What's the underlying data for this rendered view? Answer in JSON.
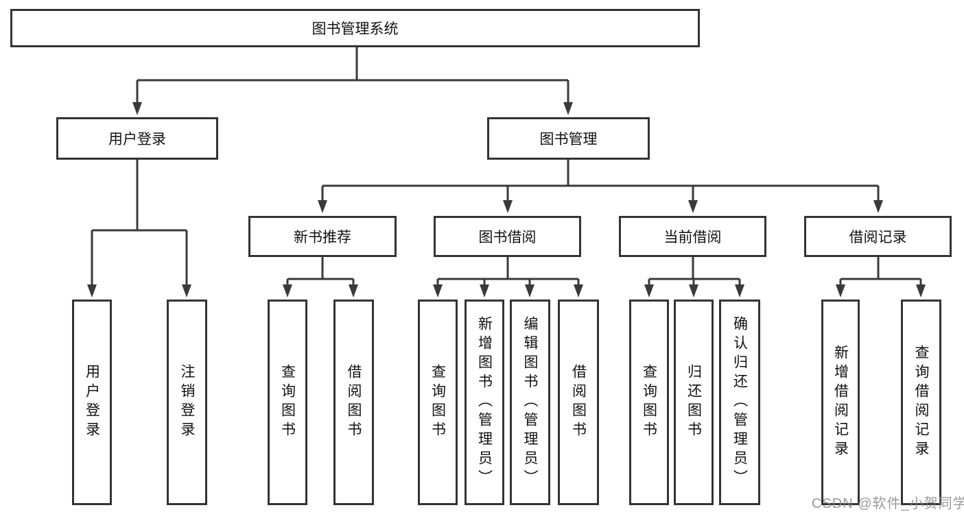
{
  "tree": {
    "label": "图书管理系统",
    "children": [
      {
        "label": "用户登录",
        "children": [
          {
            "label": "用户登录"
          },
          {
            "label": "注销登录"
          }
        ]
      },
      {
        "label": "图书管理",
        "children": [
          {
            "label": "新书推荐",
            "children": [
              {
                "label": "查询图书"
              },
              {
                "label": "借阅图书"
              }
            ]
          },
          {
            "label": "图书借阅",
            "children": [
              {
                "label": "查询图书"
              },
              {
                "label": "新增图书（管理员）"
              },
              {
                "label": "编辑图书（管理员）"
              },
              {
                "label": "借阅图书"
              }
            ]
          },
          {
            "label": "当前借阅",
            "children": [
              {
                "label": "查询图书"
              },
              {
                "label": "归还图书"
              },
              {
                "label": "确认归还（管理员）"
              }
            ]
          },
          {
            "label": "借阅记录",
            "children": [
              {
                "label": "新增借阅记录"
              },
              {
                "label": "查询借阅记录"
              }
            ]
          }
        ]
      }
    ]
  },
  "watermark": {
    "text": "CSDN @软件_小贺同学"
  },
  "colors": {
    "line": "#3a3a3a",
    "border": "#333333",
    "text": "#111111",
    "watermark": "#878787",
    "background": "#ffffff"
  }
}
